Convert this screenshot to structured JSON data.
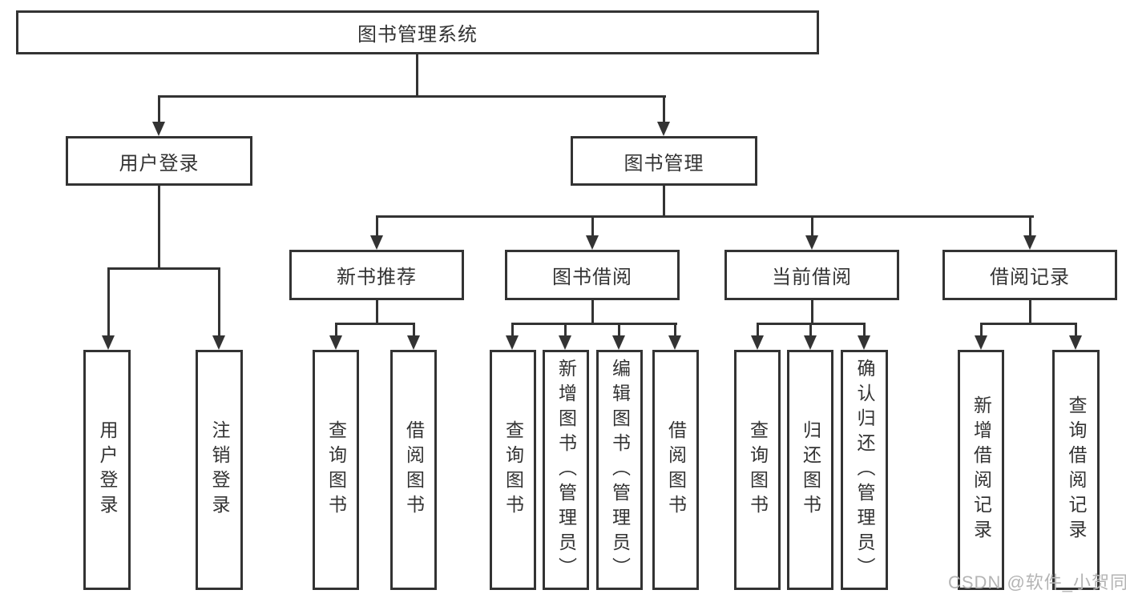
{
  "diagram": {
    "root": {
      "label": "图书管理系统"
    },
    "level1": {
      "user_login": {
        "label": "用户登录"
      },
      "book_management": {
        "label": "图书管理"
      }
    },
    "level2": {
      "new_book_recommend": {
        "label": "新书推荐"
      },
      "book_borrow": {
        "label": "图书借阅"
      },
      "current_borrow": {
        "label": "当前借阅"
      },
      "borrow_records": {
        "label": "借阅记录"
      }
    },
    "leaves": {
      "user_login": {
        "label": "用户登录"
      },
      "logout": {
        "label": "注销登录"
      },
      "nb_query_books": {
        "label": "查询图书"
      },
      "nb_borrow_books": {
        "label": "借阅图书"
      },
      "bb_query_books": {
        "label": "查询图书"
      },
      "bb_add_books": {
        "label": "新增图书（管理员）"
      },
      "bb_edit_books": {
        "label": "编辑图书（管理员）"
      },
      "bb_borrow_books": {
        "label": "借阅图书"
      },
      "cb_query_books": {
        "label": "查询图书"
      },
      "cb_return_books": {
        "label": "归还图书"
      },
      "cb_confirm_return": {
        "label": "确认归还（管理员）"
      },
      "br_add_record": {
        "label": "新增借阅记录"
      },
      "br_query_record": {
        "label": "查询借阅记录"
      }
    },
    "watermark": "CSDN @软件_小贺同学",
    "colors": {
      "line": "#333333",
      "text": "#333333",
      "watermark": "#b4b4b4",
      "background": "#ffffff"
    }
  }
}
